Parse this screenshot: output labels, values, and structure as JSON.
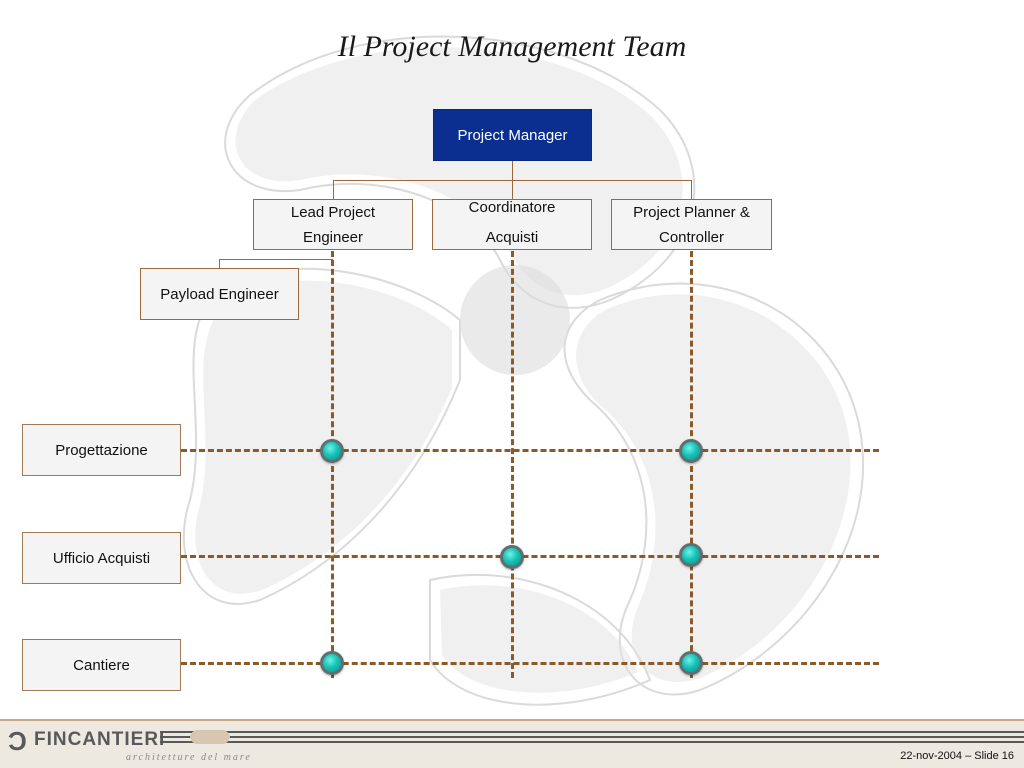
{
  "title": "Il Project Management Team",
  "org": {
    "project_manager": "Project Manager",
    "lead_engineer_line1": "Lead Project",
    "lead_engineer_line2": "Engineer",
    "coordinator_line1": "Coordinatore",
    "coordinator_line2": "Acquisti",
    "planner_line1": "Project Planner &",
    "planner_line2": "Controller",
    "payload_engineer": "Payload Engineer"
  },
  "departments": [
    "Progettazione",
    "Ufficio Acquisti",
    "Cantiere"
  ],
  "colors": {
    "pm_box": "#0a2f91",
    "dashes": "#8a5a2b",
    "node": "#17c2b6",
    "box_border": "#9a6a3e"
  },
  "footer": {
    "logo": "FINCANTIERI",
    "tagline": "architetture del mare",
    "slide_info": "22-nov-2004 – Slide 16"
  }
}
